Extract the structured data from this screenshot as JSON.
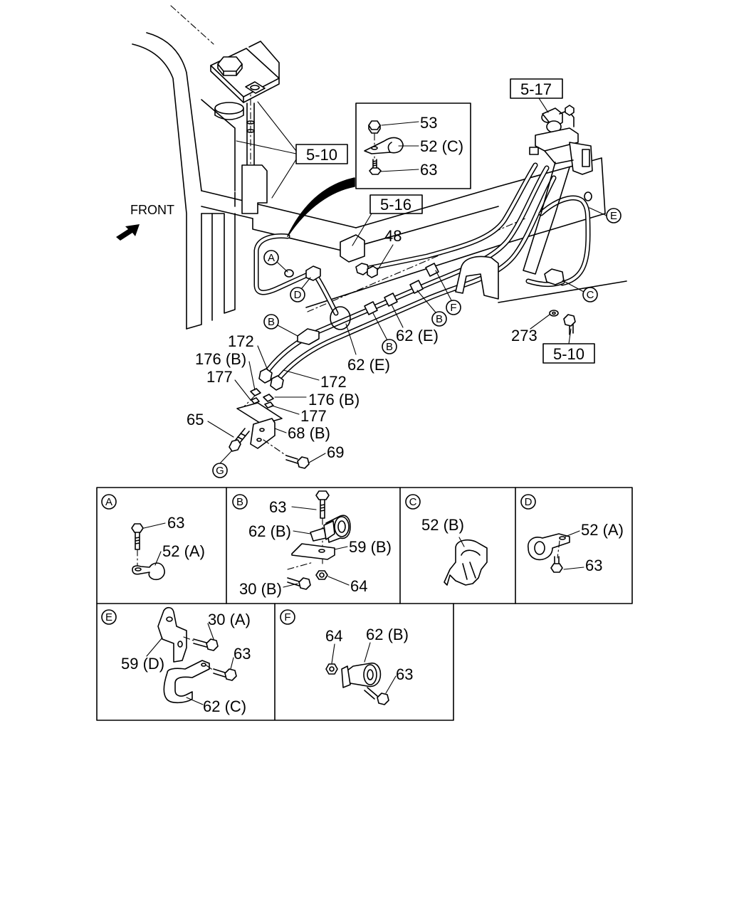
{
  "figure": {
    "front_label": "FRONT",
    "reference_boxes": [
      "5-17",
      "5-10",
      "5-16",
      "5-10"
    ],
    "inset_labels": [
      "53",
      "52 (C)",
      "63"
    ],
    "part_labels": [
      "48",
      "62 (E)",
      "273",
      "172",
      "176 (B)",
      "62 (E)",
      "177",
      "172",
      "176 (B)",
      "177",
      "65",
      "68 (B)",
      "69"
    ],
    "view_markers": [
      "E",
      "A",
      "D",
      "C",
      "F",
      "B",
      "B",
      "B",
      "G"
    ]
  },
  "detail_views": [
    {
      "marker": "A",
      "labels": [
        "63",
        "52 (A)"
      ]
    },
    {
      "marker": "B",
      "labels": [
        "63",
        "62 (B)",
        "59 (B)",
        "30 (B)",
        "64"
      ]
    },
    {
      "marker": "C",
      "labels": [
        "52 (B)"
      ]
    },
    {
      "marker": "D",
      "labels": [
        "52 (A)",
        "63"
      ]
    },
    {
      "marker": "E",
      "labels": [
        "30 (A)",
        "59 (D)",
        "63",
        "62 (C)"
      ]
    },
    {
      "marker": "F",
      "labels": [
        "64",
        "62 (B)",
        "63"
      ]
    }
  ]
}
